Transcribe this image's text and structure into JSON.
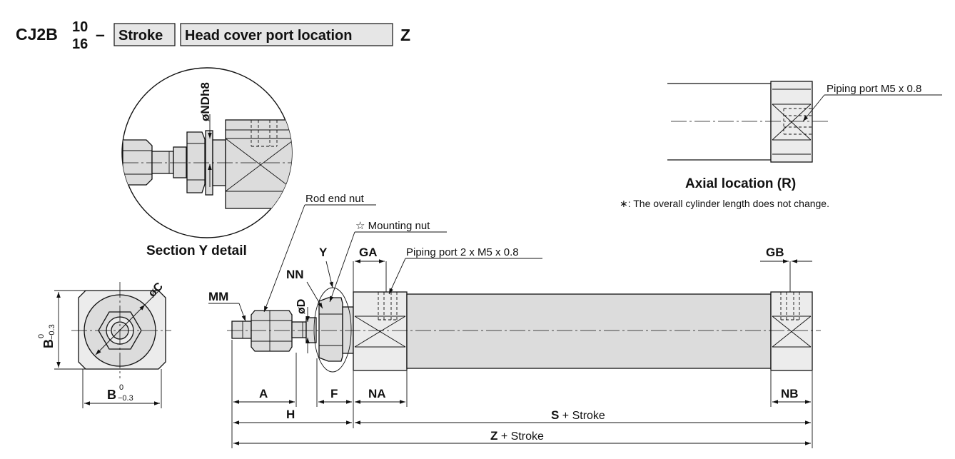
{
  "model": {
    "prefix": "CJ2B",
    "bore_top": "10",
    "bore_bottom": "16",
    "dash": "–",
    "stroke_box": "Stroke",
    "port_box": "Head cover port location",
    "suffix": "Z"
  },
  "labels": {
    "section_y_detail": "Section Y detail",
    "nd_h8": "øNDh8",
    "axial_location": "Axial location (R)",
    "axial_note": "∗: The overall cylinder length does not change.",
    "piping_port_axial": "Piping port M5 x 0.8",
    "piping_port_main": "Piping port 2 x M5 x 0.8",
    "rod_end_nut": "Rod end nut",
    "mounting_nut": "☆ Mounting nut",
    "phi_c": "øC",
    "b_end_left": "B",
    "b_end_bottom": "B",
    "b_tol_upper": "0",
    "b_tol_lower": "−0.3",
    "mm": "MM",
    "nn": "NN",
    "y": "Y",
    "phi_d": "øD",
    "ga": "GA",
    "gb": "GB",
    "a": "A",
    "f": "F",
    "na": "NA",
    "nb": "NB",
    "h": "H",
    "s": "S",
    "z": "Z",
    "plus_stroke": " + Stroke"
  }
}
